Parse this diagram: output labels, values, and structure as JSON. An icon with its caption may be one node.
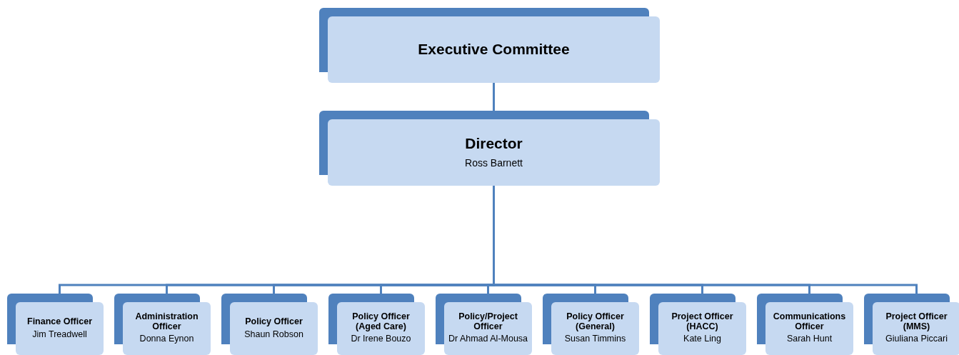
{
  "diagram": {
    "nodes": [
      {
        "text": [
          "Executive Committee"
        ]
      },
      {
        "text": [
          "Director",
          "Ross Barnett"
        ]
      },
      {
        "text": [
          "Finance Officer",
          "Jim Treadwell"
        ]
      },
      {
        "text": [
          "Administration Officer",
          "Donna Eynon"
        ]
      },
      {
        "text": [
          "Policy Officer",
          "Shaun Robson"
        ]
      },
      {
        "text": [
          "Policy Officer (Aged Care)",
          "Dr Irene Bouzo"
        ]
      },
      {
        "text": [
          "Policy/Project Officer",
          "Dr Ahmad Al-Mousa"
        ]
      },
      {
        "text": [
          "Policy Officer (General)",
          "Susan Timmins"
        ]
      },
      {
        "text": [
          "Project Officer (HACC)",
          "Kate Ling"
        ]
      },
      {
        "text": [
          "Communications Officer",
          "Sarah Hunt"
        ]
      },
      {
        "text": [
          "Project Officer (MMS)",
          "Giuliana Piccari"
        ]
      }
    ],
    "edges": [
      {
        "from": 0,
        "to": 1,
        "arrow": "none"
      },
      {
        "from": 1,
        "to": 2,
        "arrow": "none"
      },
      {
        "from": 1,
        "to": 3,
        "arrow": "none"
      },
      {
        "from": 1,
        "to": 4,
        "arrow": "none"
      },
      {
        "from": 1,
        "to": 5,
        "arrow": "none"
      },
      {
        "from": 1,
        "to": 6,
        "arrow": "none"
      },
      {
        "from": 1,
        "to": 7,
        "arrow": "none"
      },
      {
        "from": 1,
        "to": 8,
        "arrow": "none"
      },
      {
        "from": 1,
        "to": 9,
        "arrow": "none"
      },
      {
        "from": 1,
        "to": 10,
        "arrow": "none"
      }
    ]
  }
}
